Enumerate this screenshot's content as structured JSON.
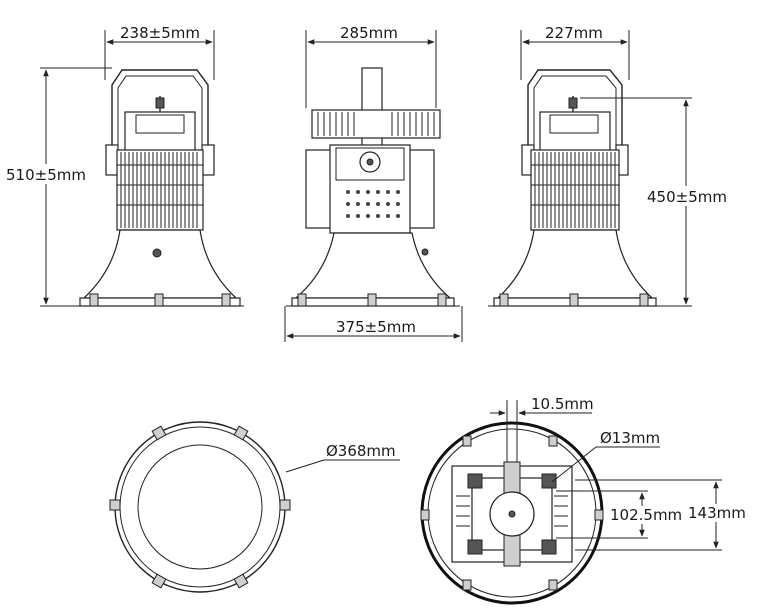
{
  "dimensions": {
    "front_width": "238±5mm",
    "side_width": "285mm",
    "back_width": "227mm",
    "total_height": "510±5mm",
    "body_height": "450±5mm",
    "base_width": "375±5mm",
    "diameter_face": "Ø368mm",
    "slot_width": "10.5mm",
    "hole_diameter": "Ø13mm",
    "hole_spacing_inner": "102.5mm",
    "hole_spacing_outer": "143mm"
  }
}
